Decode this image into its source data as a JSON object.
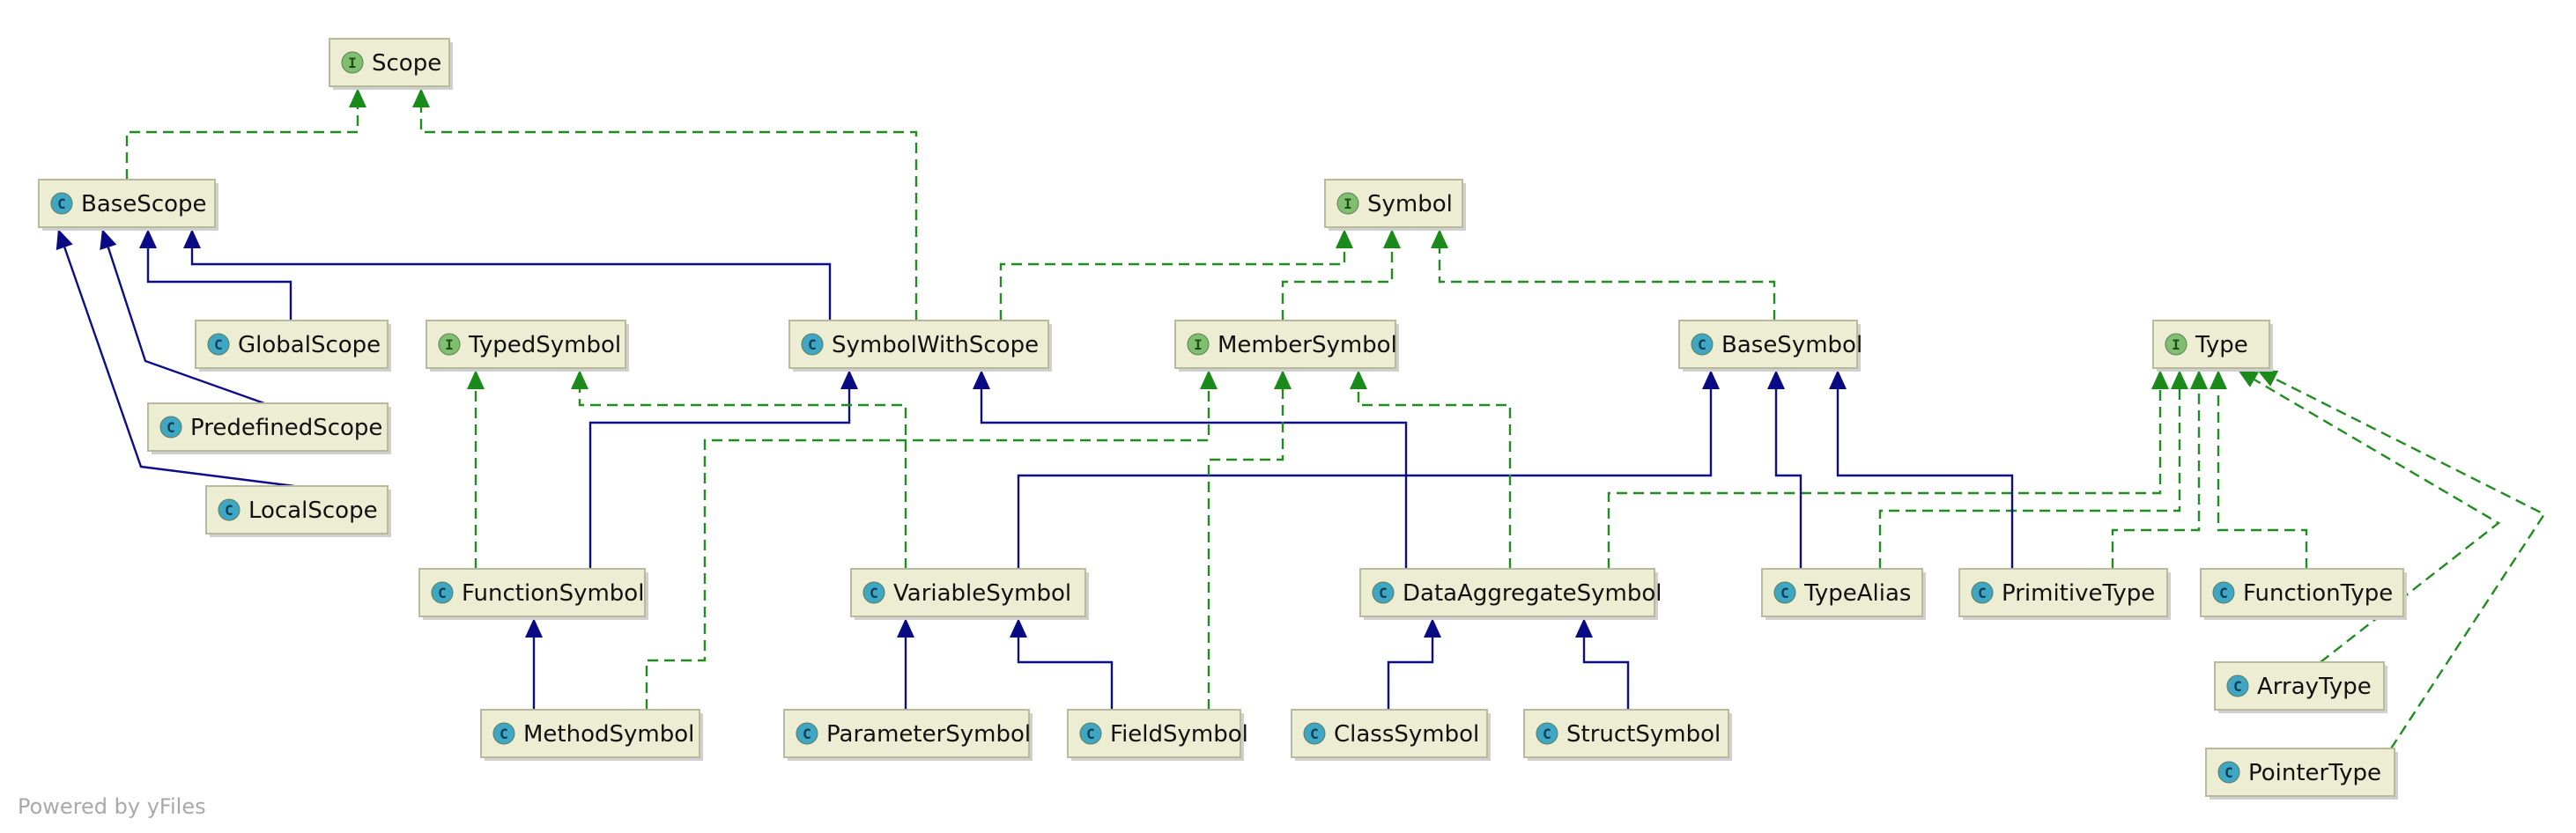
{
  "colors": {
    "node_fill": "#ededd3",
    "node_border": "#b9b99b",
    "interface_badge": "#7fbf6f",
    "class_badge": "#3fa6c4",
    "implements_edge": "#1f8e1f",
    "extends_edge": "#0d0d8c"
  },
  "badge_letters": {
    "interface": "I",
    "class": "C"
  },
  "nodes": [
    {
      "id": "Scope",
      "label": "Scope",
      "kind": "interface"
    },
    {
      "id": "BaseScope",
      "label": "BaseScope",
      "kind": "class"
    },
    {
      "id": "Symbol",
      "label": "Symbol",
      "kind": "interface"
    },
    {
      "id": "GlobalScope",
      "label": "GlobalScope",
      "kind": "class"
    },
    {
      "id": "TypedSymbol",
      "label": "TypedSymbol",
      "kind": "interface"
    },
    {
      "id": "SymbolWithScope",
      "label": "SymbolWithScope",
      "kind": "class"
    },
    {
      "id": "MemberSymbol",
      "label": "MemberSymbol",
      "kind": "interface"
    },
    {
      "id": "BaseSymbol",
      "label": "BaseSymbol",
      "kind": "class"
    },
    {
      "id": "Type",
      "label": "Type",
      "kind": "interface"
    },
    {
      "id": "PredefinedScope",
      "label": "PredefinedScope",
      "kind": "class"
    },
    {
      "id": "LocalScope",
      "label": "LocalScope",
      "kind": "class"
    },
    {
      "id": "FunctionSymbol",
      "label": "FunctionSymbol",
      "kind": "class"
    },
    {
      "id": "VariableSymbol",
      "label": "VariableSymbol",
      "kind": "class"
    },
    {
      "id": "DataAggregateSymbol",
      "label": "DataAggregateSymbol",
      "kind": "class"
    },
    {
      "id": "TypeAlias",
      "label": "TypeAlias",
      "kind": "class"
    },
    {
      "id": "PrimitiveType",
      "label": "PrimitiveType",
      "kind": "class"
    },
    {
      "id": "FunctionType",
      "label": "FunctionType",
      "kind": "class"
    },
    {
      "id": "MethodSymbol",
      "label": "MethodSymbol",
      "kind": "class"
    },
    {
      "id": "ParameterSymbol",
      "label": "ParameterSymbol",
      "kind": "class"
    },
    {
      "id": "FieldSymbol",
      "label": "FieldSymbol",
      "kind": "class"
    },
    {
      "id": "ClassSymbol",
      "label": "ClassSymbol",
      "kind": "class"
    },
    {
      "id": "StructSymbol",
      "label": "StructSymbol",
      "kind": "class"
    },
    {
      "id": "ArrayType",
      "label": "ArrayType",
      "kind": "class"
    },
    {
      "id": "PointerType",
      "label": "PointerType",
      "kind": "class"
    }
  ],
  "edges": [
    {
      "from": "BaseScope",
      "to": "Scope",
      "kind": "implements"
    },
    {
      "from": "SymbolWithScope",
      "to": "Scope",
      "kind": "implements"
    },
    {
      "from": "GlobalScope",
      "to": "BaseScope",
      "kind": "extends"
    },
    {
      "from": "PredefinedScope",
      "to": "BaseScope",
      "kind": "extends"
    },
    {
      "from": "LocalScope",
      "to": "BaseScope",
      "kind": "extends"
    },
    {
      "from": "SymbolWithScope",
      "to": "BaseScope",
      "kind": "extends"
    },
    {
      "from": "SymbolWithScope",
      "to": "Symbol",
      "kind": "implements"
    },
    {
      "from": "MemberSymbol",
      "to": "Symbol",
      "kind": "implements"
    },
    {
      "from": "BaseSymbol",
      "to": "Symbol",
      "kind": "implements"
    },
    {
      "from": "FunctionSymbol",
      "to": "TypedSymbol",
      "kind": "implements"
    },
    {
      "from": "FunctionSymbol",
      "to": "SymbolWithScope",
      "kind": "extends"
    },
    {
      "from": "VariableSymbol",
      "to": "TypedSymbol",
      "kind": "implements"
    },
    {
      "from": "VariableSymbol",
      "to": "BaseSymbol",
      "kind": "extends"
    },
    {
      "from": "DataAggregateSymbol",
      "to": "SymbolWithScope",
      "kind": "extends"
    },
    {
      "from": "DataAggregateSymbol",
      "to": "MemberSymbol",
      "kind": "implements"
    },
    {
      "from": "DataAggregateSymbol",
      "to": "Type",
      "kind": "implements"
    },
    {
      "from": "MethodSymbol",
      "to": "FunctionSymbol",
      "kind": "extends"
    },
    {
      "from": "MethodSymbol",
      "to": "MemberSymbol",
      "kind": "implements"
    },
    {
      "from": "ParameterSymbol",
      "to": "VariableSymbol",
      "kind": "extends"
    },
    {
      "from": "FieldSymbol",
      "to": "VariableSymbol",
      "kind": "extends"
    },
    {
      "from": "FieldSymbol",
      "to": "MemberSymbol",
      "kind": "implements"
    },
    {
      "from": "ClassSymbol",
      "to": "DataAggregateSymbol",
      "kind": "extends"
    },
    {
      "from": "StructSymbol",
      "to": "DataAggregateSymbol",
      "kind": "extends"
    },
    {
      "from": "TypeAlias",
      "to": "BaseSymbol",
      "kind": "extends"
    },
    {
      "from": "TypeAlias",
      "to": "Type",
      "kind": "implements"
    },
    {
      "from": "PrimitiveType",
      "to": "BaseSymbol",
      "kind": "extends"
    },
    {
      "from": "PrimitiveType",
      "to": "Type",
      "kind": "implements"
    },
    {
      "from": "FunctionType",
      "to": "Type",
      "kind": "implements"
    },
    {
      "from": "ArrayType",
      "to": "Type",
      "kind": "implements"
    },
    {
      "from": "PointerType",
      "to": "Type",
      "kind": "implements"
    }
  ],
  "footer": {
    "text": "Powered by yFiles"
  }
}
